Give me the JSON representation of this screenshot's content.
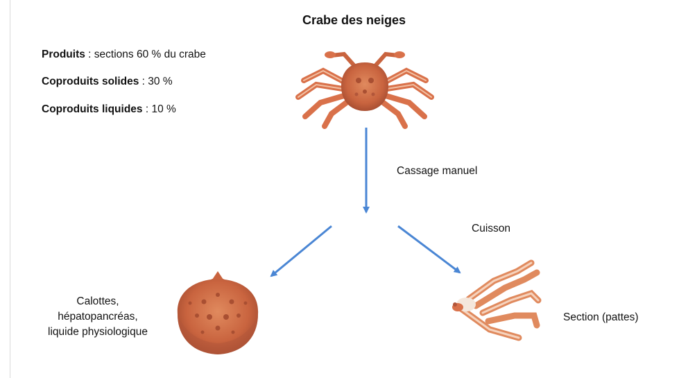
{
  "title": "Crabe des neiges",
  "stats": [
    {
      "bold": "Produits",
      "rest": " : sections 60 %  du crabe"
    },
    {
      "bold": "Coproduits solides",
      "rest": " : 30 %"
    },
    {
      "bold": "Coproduits liquides",
      "rest": " : 10 %"
    }
  ],
  "labels": {
    "cassage": "Cassage manuel",
    "cuisson": "Cuisson",
    "calottes": [
      "Calottes,",
      "hépatopancréas,",
      "liquide physiologique"
    ],
    "section": "Section (pattes)"
  },
  "colors": {
    "arrow": "#4a86d4",
    "crab_shell": "#d9714a",
    "crab_dark": "#b2563a",
    "crab_light": "#f2c1a4"
  },
  "icons": [
    "whole-snow-crab-icon",
    "crab-carapace-icon",
    "crab-legs-section-icon"
  ]
}
